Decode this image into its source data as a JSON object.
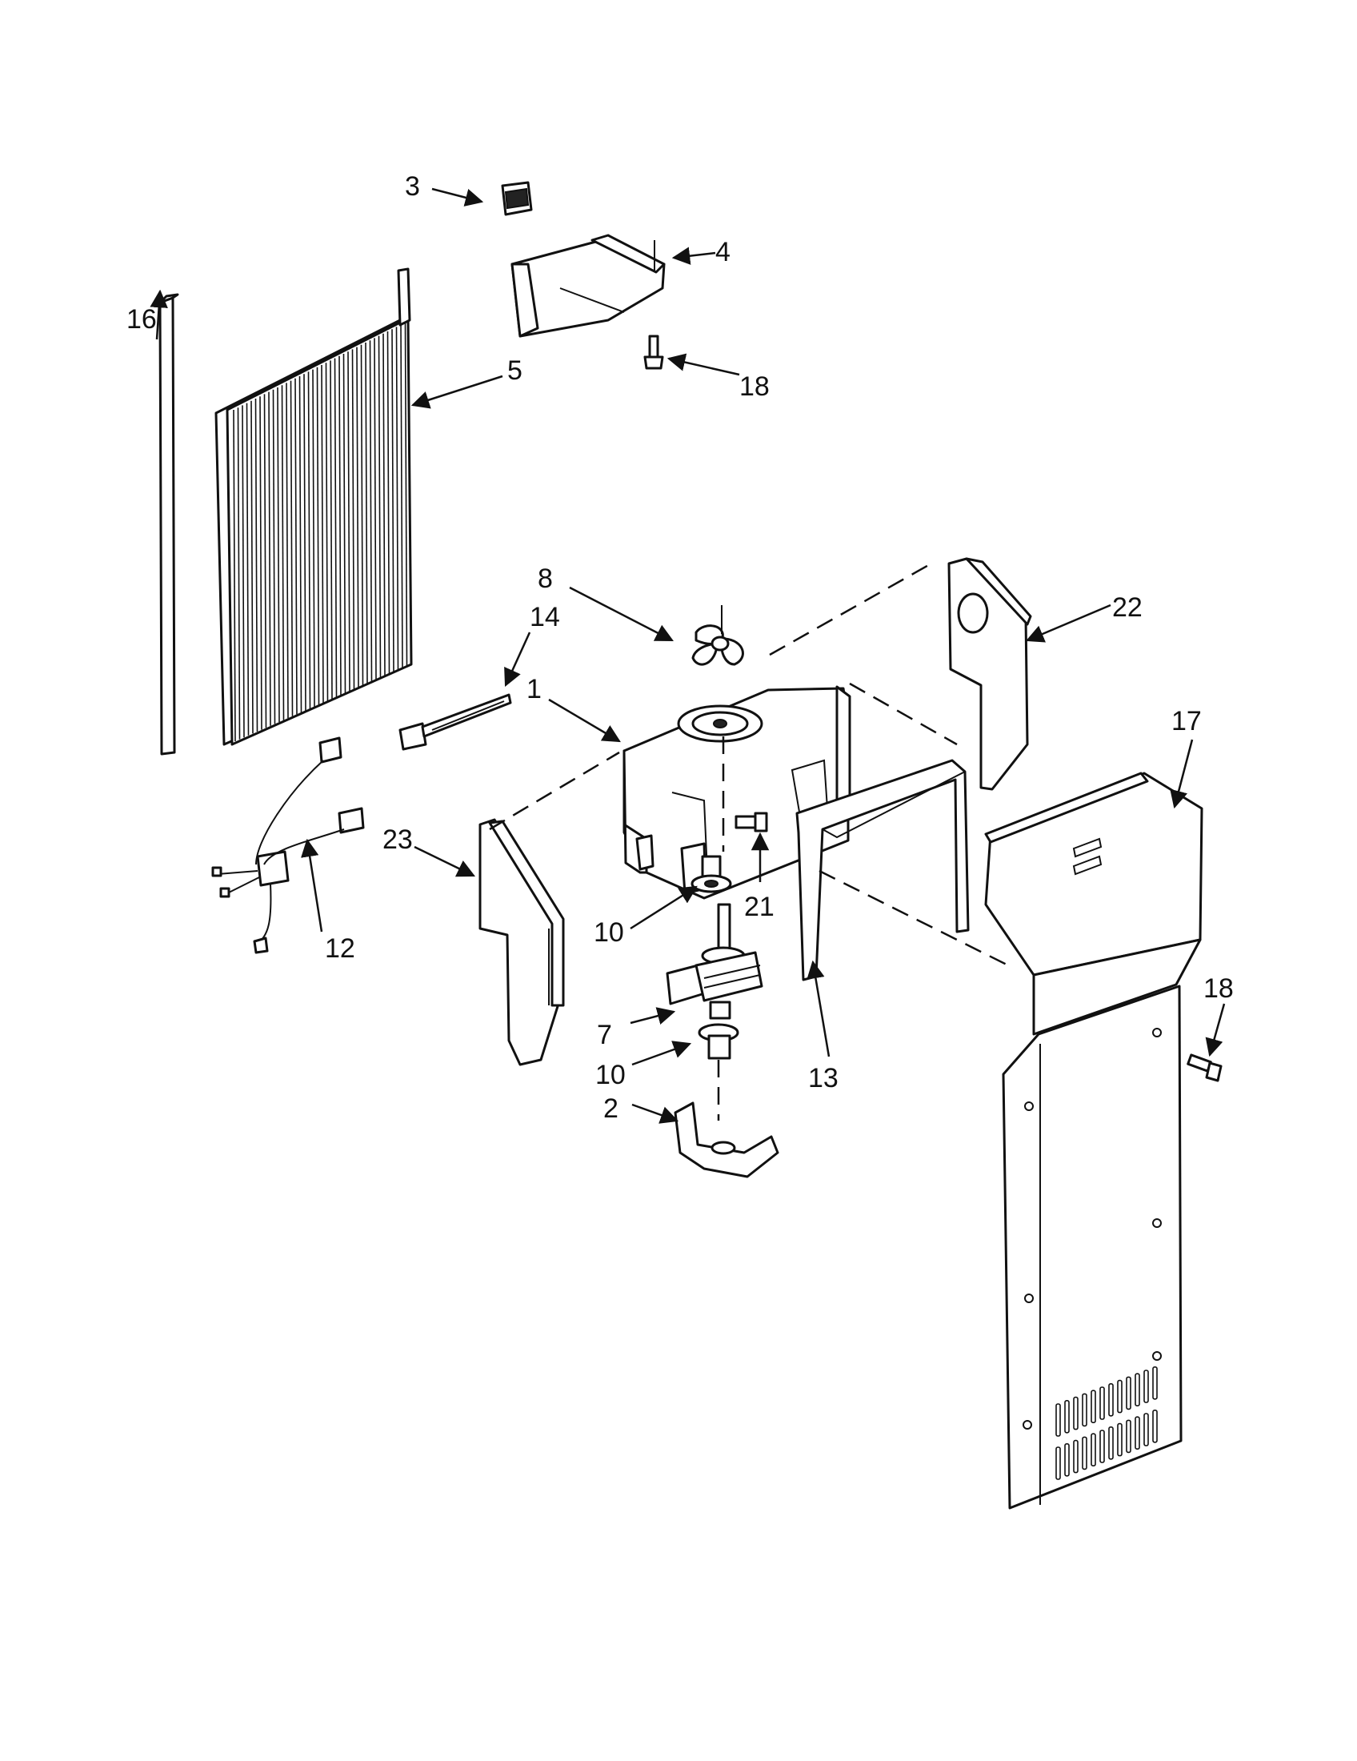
{
  "callouts": {
    "c1": "1",
    "c2": "2",
    "c3": "3",
    "c4": "4",
    "c5": "5",
    "c7": "7",
    "c8": "8",
    "c10a": "10",
    "c10b": "10",
    "c12": "12",
    "c13": "13",
    "c14": "14",
    "c16": "16",
    "c17": "17",
    "c18a": "18",
    "c18b": "18",
    "c21": "21",
    "c22": "22",
    "c23": "23"
  }
}
